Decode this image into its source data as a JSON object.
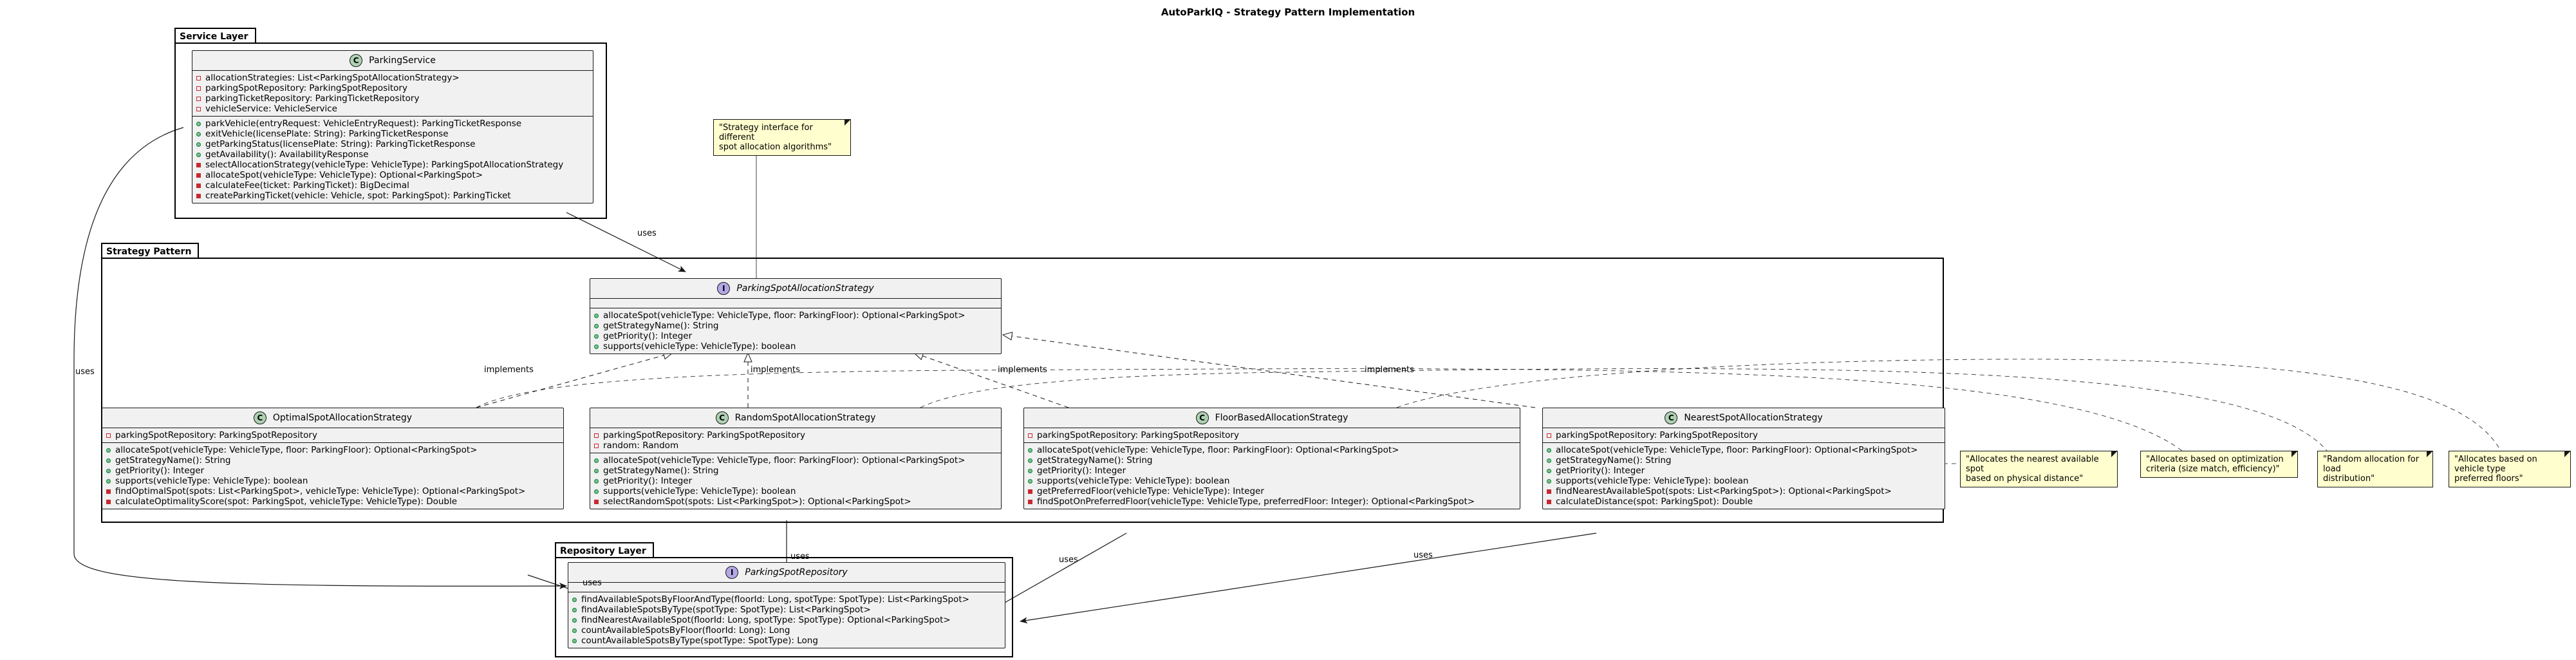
{
  "title": "AutoParkIQ - Strategy Pattern Implementation",
  "packages": {
    "service": "Service Layer",
    "strategy": "Strategy Pattern",
    "repository": "Repository Layer"
  },
  "classes": {
    "parking_service": {
      "name": "ParkingService",
      "fields": [
        "allocationStrategies: List<ParkingSpotAllocationStrategy>",
        "parkingSpotRepository: ParkingSpotRepository",
        "parkingTicketRepository: ParkingTicketRepository",
        "vehicleService: VehicleService"
      ],
      "methods": [
        "parkVehicle(entryRequest: VehicleEntryRequest): ParkingTicketResponse",
        "exitVehicle(licensePlate: String): ParkingTicketResponse",
        "getParkingStatus(licensePlate: String): ParkingTicketResponse",
        "getAvailability(): AvailabilityResponse",
        "selectAllocationStrategy(vehicleType: VehicleType): ParkingSpotAllocationStrategy",
        "allocateSpot(vehicleType: VehicleType): Optional<ParkingSpot>",
        "calculateFee(ticket: ParkingTicket): BigDecimal",
        "createParkingTicket(vehicle: Vehicle, spot: ParkingSpot): ParkingTicket"
      ]
    },
    "strategy_interface": {
      "name": "ParkingSpotAllocationStrategy",
      "methods": [
        "allocateSpot(vehicleType: VehicleType, floor: ParkingFloor): Optional<ParkingSpot>",
        "getStrategyName(): String",
        "getPriority(): Integer",
        "supports(vehicleType: VehicleType): boolean"
      ]
    },
    "optimal": {
      "name": "OptimalSpotAllocationStrategy",
      "fields": [
        "parkingSpotRepository: ParkingSpotRepository"
      ],
      "methods": [
        "allocateSpot(vehicleType: VehicleType, floor: ParkingFloor): Optional<ParkingSpot>",
        "getStrategyName(): String",
        "getPriority(): Integer",
        "supports(vehicleType: VehicleType): boolean",
        "findOptimalSpot(spots: List<ParkingSpot>, vehicleType: VehicleType): Optional<ParkingSpot>",
        "calculateOptimalityScore(spot: ParkingSpot, vehicleType: VehicleType): Double"
      ]
    },
    "random": {
      "name": "RandomSpotAllocationStrategy",
      "fields": [
        "parkingSpotRepository: ParkingSpotRepository",
        "random: Random"
      ],
      "methods": [
        "allocateSpot(vehicleType: VehicleType, floor: ParkingFloor): Optional<ParkingSpot>",
        "getStrategyName(): String",
        "getPriority(): Integer",
        "supports(vehicleType: VehicleType): boolean",
        "selectRandomSpot(spots: List<ParkingSpot>): Optional<ParkingSpot>"
      ]
    },
    "floor": {
      "name": "FloorBasedAllocationStrategy",
      "fields": [
        "parkingSpotRepository: ParkingSpotRepository"
      ],
      "methods": [
        "allocateSpot(vehicleType: VehicleType, floor: ParkingFloor): Optional<ParkingSpot>",
        "getStrategyName(): String",
        "getPriority(): Integer",
        "supports(vehicleType: VehicleType): boolean",
        "getPreferredFloor(vehicleType: VehicleType): Integer",
        "findSpotOnPreferredFloor(vehicleType: VehicleType, preferredFloor: Integer): Optional<ParkingSpot>"
      ]
    },
    "nearest": {
      "name": "NearestSpotAllocationStrategy",
      "fields": [
        "parkingSpotRepository: ParkingSpotRepository"
      ],
      "methods": [
        "allocateSpot(vehicleType: VehicleType, floor: ParkingFloor): Optional<ParkingSpot>",
        "getStrategyName(): String",
        "getPriority(): Integer",
        "supports(vehicleType: VehicleType): boolean",
        "findNearestAvailableSpot(spots: List<ParkingSpot>): Optional<ParkingSpot>",
        "calculateDistance(spot: ParkingSpot): Double"
      ]
    },
    "repository": {
      "name": "ParkingSpotRepository",
      "methods": [
        "findAvailableSpotsByFloorAndType(floorId: Long, spotType: SpotType): List<ParkingSpot>",
        "findAvailableSpotsByType(spotType: SpotType): List<ParkingSpot>",
        "findNearestAvailableSpot(floorId: Long, spotType: SpotType): Optional<ParkingSpot>",
        "countAvailableSpotsByFloor(floorId: Long): Long",
        "countAvailableSpotsByType(spotType: SpotType): Long"
      ]
    }
  },
  "notes": {
    "strategy": [
      "\"Strategy interface for different",
      "spot allocation algorithms\""
    ],
    "nearest": [
      "\"Allocates the nearest available spot",
      "based on physical distance\""
    ],
    "optimal": [
      "\"Allocates based on optimization",
      "criteria (size match, efficiency)\""
    ],
    "random": [
      "\"Random allocation for load",
      "distribution\""
    ],
    "floor": [
      "\"Allocates based on vehicle type",
      "preferred floors\""
    ]
  },
  "edge_labels": {
    "uses": "uses",
    "implements": "implements"
  }
}
